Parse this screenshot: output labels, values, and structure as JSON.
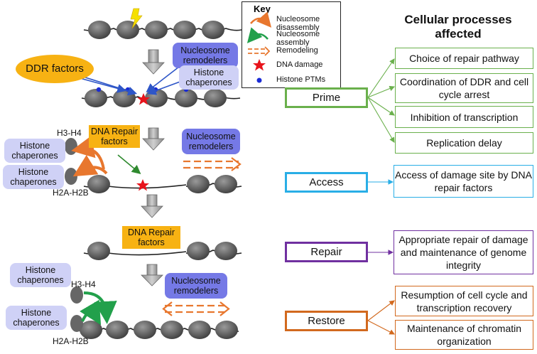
{
  "key": {
    "title": "Key",
    "items": [
      {
        "label": "Nucleosome disassembly",
        "icon": "orange-curved-arrow-icon",
        "color": "#e8772e"
      },
      {
        "label": "Nucleosome assembly",
        "icon": "green-curved-arrow-icon",
        "color": "#22a04b"
      },
      {
        "label": "Remodeling",
        "icon": "dashed-double-arrow-icon",
        "color": "#e8772e"
      },
      {
        "label": "DNA damage",
        "icon": "red-star-icon",
        "color": "#e8141c"
      },
      {
        "label": "Histone PTMs",
        "icon": "blue-dot-icon",
        "color": "#1a2bd6"
      }
    ]
  },
  "left": {
    "ddr_factors": "DDR factors",
    "nucleosome_remodelers": "Nucleosome remodelers",
    "histone_chaperones": "Histone chaperones",
    "dna_repair_factors": "DNA Repair factors",
    "h3h4": "H3-H4",
    "h2ah2b": "H2A-H2B"
  },
  "right": {
    "heading": "Cellular processes affected",
    "stages": [
      {
        "label": "Prime",
        "color": "#6ab04c",
        "processes": [
          "Choice of repair pathway",
          "Coordination of DDR and cell cycle arrest",
          "Inhibition of transcription",
          "Replication delay"
        ]
      },
      {
        "label": "Access",
        "color": "#29aee6",
        "processes": [
          "Access of damage site by DNA repair factors"
        ]
      },
      {
        "label": "Repair",
        "color": "#7030a0",
        "processes": [
          "Appropriate repair of damage and maintenance of genome integrity"
        ]
      },
      {
        "label": "Restore",
        "color": "#d2691e",
        "processes": [
          "Resumption of cell cycle and transcription recovery",
          "Maintenance of chromatin organization"
        ]
      }
    ]
  }
}
